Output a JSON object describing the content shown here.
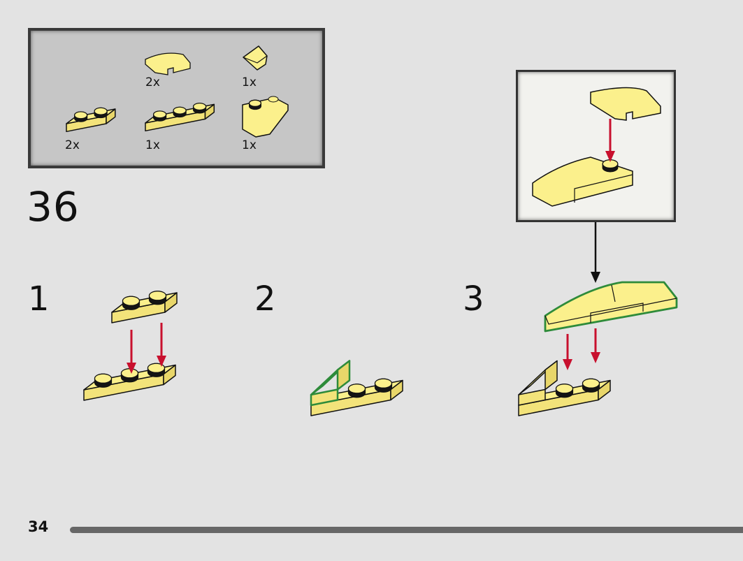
{
  "parts_list": {
    "items": [
      {
        "part": "curved-slope-1x2",
        "quantity": "2x"
      },
      {
        "part": "slope-1x1",
        "quantity": "1x"
      },
      {
        "part": "plate-1x2",
        "quantity": "2x"
      },
      {
        "part": "plate-1x3",
        "quantity": "1x"
      },
      {
        "part": "inverted-slope-2x1",
        "quantity": "1x"
      }
    ]
  },
  "step_number": "36",
  "sub_steps": [
    "1",
    "2",
    "3"
  ],
  "page_number": "34",
  "colors": {
    "background": "#e3e3e3",
    "parts_box": "#c6c6c6",
    "callout_box": "#f2f2ee",
    "brick_yellow": "#fbf08c",
    "arrow_red": "#c8102e",
    "highlight_green": "#2e8b3a",
    "progress_bar": "#676767"
  }
}
